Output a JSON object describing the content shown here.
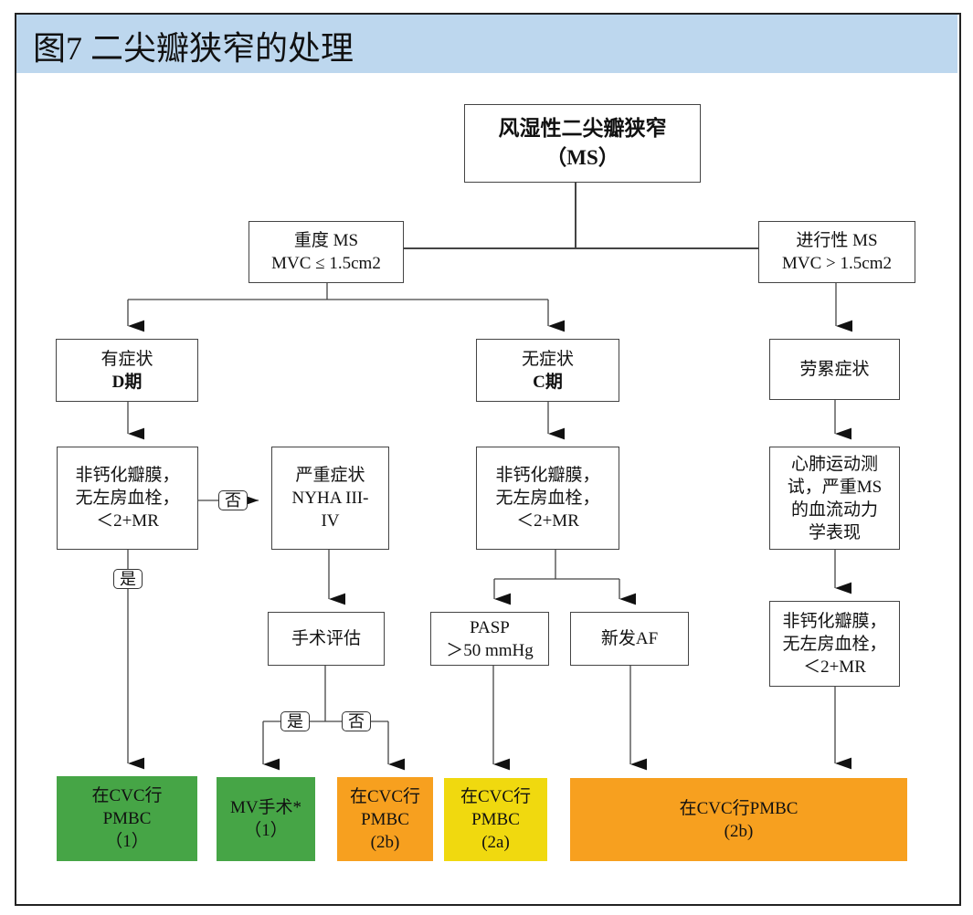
{
  "title": "图7 二尖瓣狭窄的处理",
  "colors": {
    "header": "#bdd7ee",
    "green": "#46a546",
    "orange": "#f7a01f",
    "yellow": "#f0d90f"
  },
  "nodes": {
    "root": [
      "风湿性二尖瓣狭窄",
      "（MS）"
    ],
    "severe": [
      "重度 MS",
      "MVC ≤ 1.5cm2"
    ],
    "progressive": [
      "进行性 MS",
      "MVC > 1.5cm2"
    ],
    "symptomatic": [
      "有症状",
      "D期"
    ],
    "asymptomatic": [
      "无症状",
      "C期"
    ],
    "exertion": [
      "劳累症状"
    ],
    "cond1": [
      "非钙化瓣膜，",
      "无左房血栓，",
      "＜2+MR"
    ],
    "nyha": [
      "严重症状",
      "NYHA III-",
      "IV"
    ],
    "cond2": [
      "非钙化瓣膜，",
      "无左房血栓，",
      "＜2+MR"
    ],
    "cpet": [
      "心肺运动测",
      "试，严重MS",
      "的血流动力",
      "学表现"
    ],
    "surgeval": [
      "手术评估"
    ],
    "pasp": [
      "PASP",
      "＞50 mmHg"
    ],
    "newaf": [
      "新发AF"
    ],
    "cond3": [
      "非钙化瓣膜，",
      "无左房血栓，",
      "＜2+MR"
    ],
    "r1": [
      "在CVC行",
      "PMBC",
      "（1）"
    ],
    "r2": [
      "MV手术*",
      "（1）"
    ],
    "r3": [
      "在CVC行",
      "PMBC",
      "(2b)"
    ],
    "r4": [
      "在CVC行",
      "PMBC",
      "(2a)"
    ],
    "r5": [
      "在CVC行PMBC",
      "(2b)"
    ]
  },
  "edge_labels": {
    "no1": "否",
    "yes1": "是",
    "yes2": "是",
    "no2": "否"
  }
}
